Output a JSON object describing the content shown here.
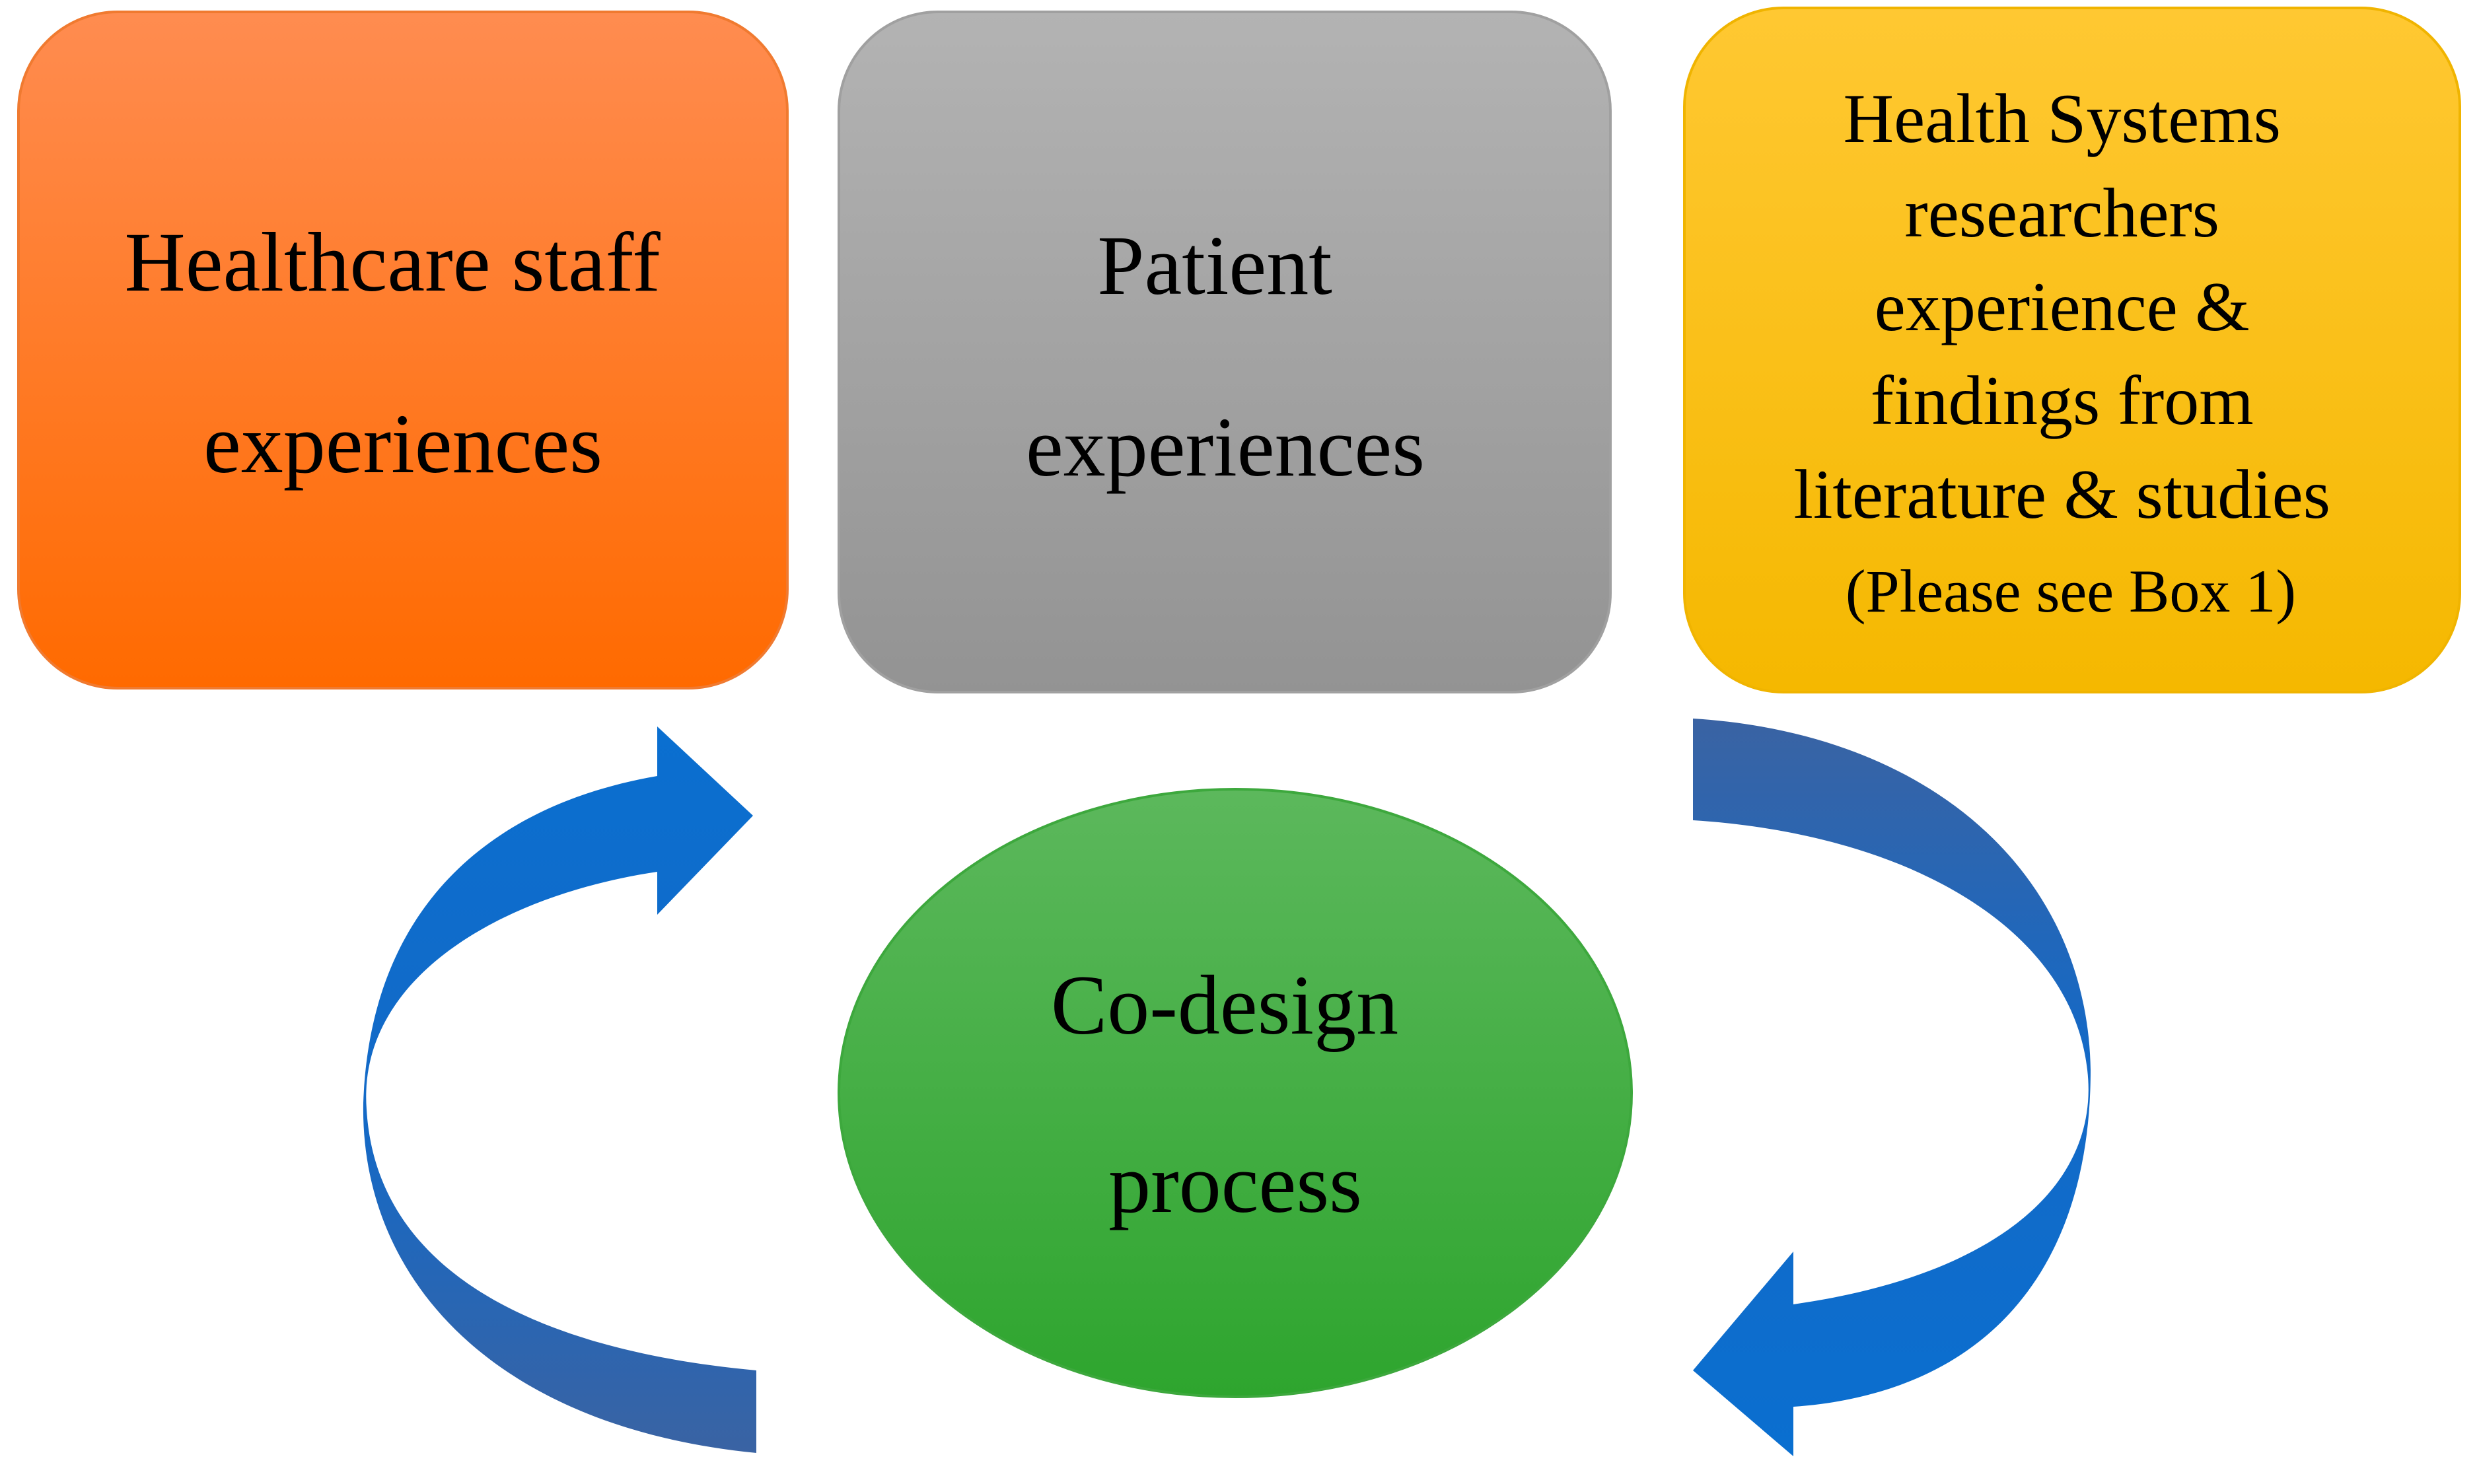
{
  "diagram": {
    "boxes": [
      {
        "id": "healthcare-staff",
        "lines": [
          "Healthcare staff",
          "experiences"
        ],
        "color_top": "#FF8C50",
        "color_bottom": "#FF6A00"
      },
      {
        "id": "patient",
        "lines": [
          "Patient",
          "experiences"
        ],
        "color_top": "#B3B3B3",
        "color_bottom": "#939393"
      },
      {
        "id": "health-systems",
        "lines": [
          "Health Systems",
          "researchers",
          "experience &",
          "findings from",
          "literature & studies",
          "(Please see Box 1)"
        ],
        "color_top": "#FFC832",
        "color_bottom": "#F5B800"
      }
    ],
    "center": {
      "lines": [
        "Co-design",
        "process"
      ],
      "color_top": "#5CB85C",
      "color_bottom": "#2EA52E"
    },
    "arrows": {
      "color_light": "#0A6FD0",
      "color_dark": "#3A63A3",
      "left_arrow_icon": "curved-arrow-up-right-icon",
      "right_arrow_icon": "curved-arrow-down-left-icon"
    }
  }
}
